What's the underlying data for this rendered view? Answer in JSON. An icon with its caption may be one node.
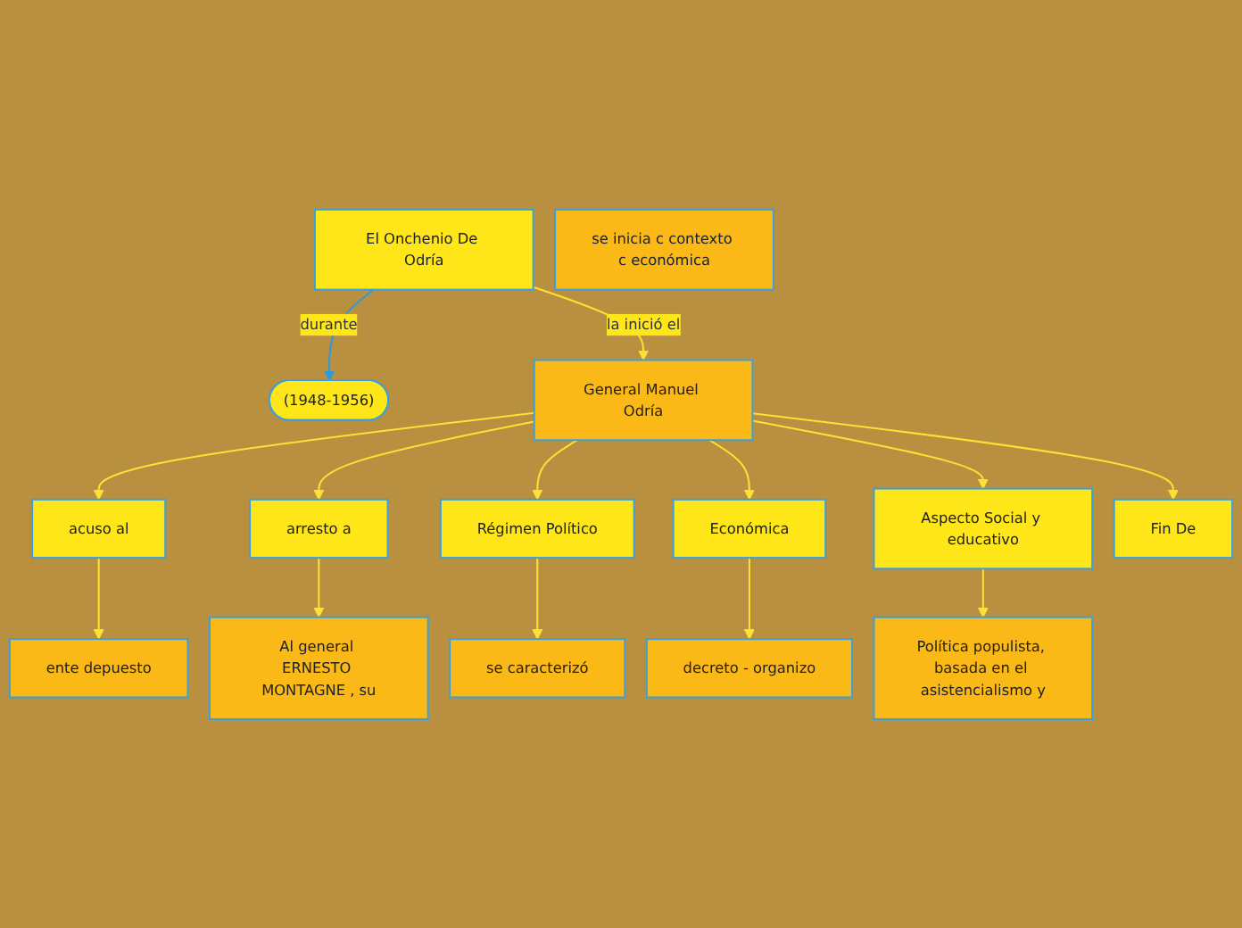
{
  "diagram": {
    "nodes": [
      {
        "text": [
          "El Onchenio De Odría"
        ]
      },
      {
        "text": [
          "(1948-1956)"
        ]
      },
      {
        "text": [
          "General Manuel Odría"
        ]
      },
      {
        "text": [
          "acuso al"
        ]
      },
      {
        "text": [
          "arresto a"
        ]
      },
      {
        "text": [
          "Régimen Político"
        ]
      },
      {
        "text": [
          "Económica"
        ]
      },
      {
        "text": [
          "Aspecto Social y educativo"
        ]
      },
      {
        "text": [
          "Fin De"
        ]
      },
      {
        "text": [
          "ente depuesto"
        ]
      },
      {
        "text": [
          "Al general ERNESTO MONTAGNE , su"
        ]
      },
      {
        "text": [
          "se caracterizó"
        ]
      },
      {
        "text": [
          "decreto - organizo"
        ]
      },
      {
        "text": [
          "Política populista, basada en el asistencialismo y"
        ]
      },
      {
        "text": [
          "se inicia c contexto c económica"
        ]
      }
    ],
    "edges": [
      {
        "from": 0,
        "to": 1,
        "arrow": "to",
        "label": "durante",
        "color": "#2d9ad8"
      },
      {
        "from": 0,
        "to": 2,
        "arrow": "to",
        "label": "la inició el"
      },
      {
        "from": 2,
        "to": 3,
        "arrow": "to"
      },
      {
        "from": 2,
        "to": 4,
        "arrow": "to"
      },
      {
        "from": 2,
        "to": 5,
        "arrow": "to"
      },
      {
        "from": 2,
        "to": 6,
        "arrow": "to"
      },
      {
        "from": 2,
        "to": 7,
        "arrow": "to"
      },
      {
        "from": 2,
        "to": 8,
        "arrow": "to"
      },
      {
        "from": 3,
        "to": 9,
        "arrow": "to"
      },
      {
        "from": 4,
        "to": 10,
        "arrow": "to"
      },
      {
        "from": 5,
        "to": 11,
        "arrow": "to"
      },
      {
        "from": 6,
        "to": 12,
        "arrow": "to"
      },
      {
        "from": 7,
        "to": 13,
        "arrow": "to"
      }
    ]
  }
}
